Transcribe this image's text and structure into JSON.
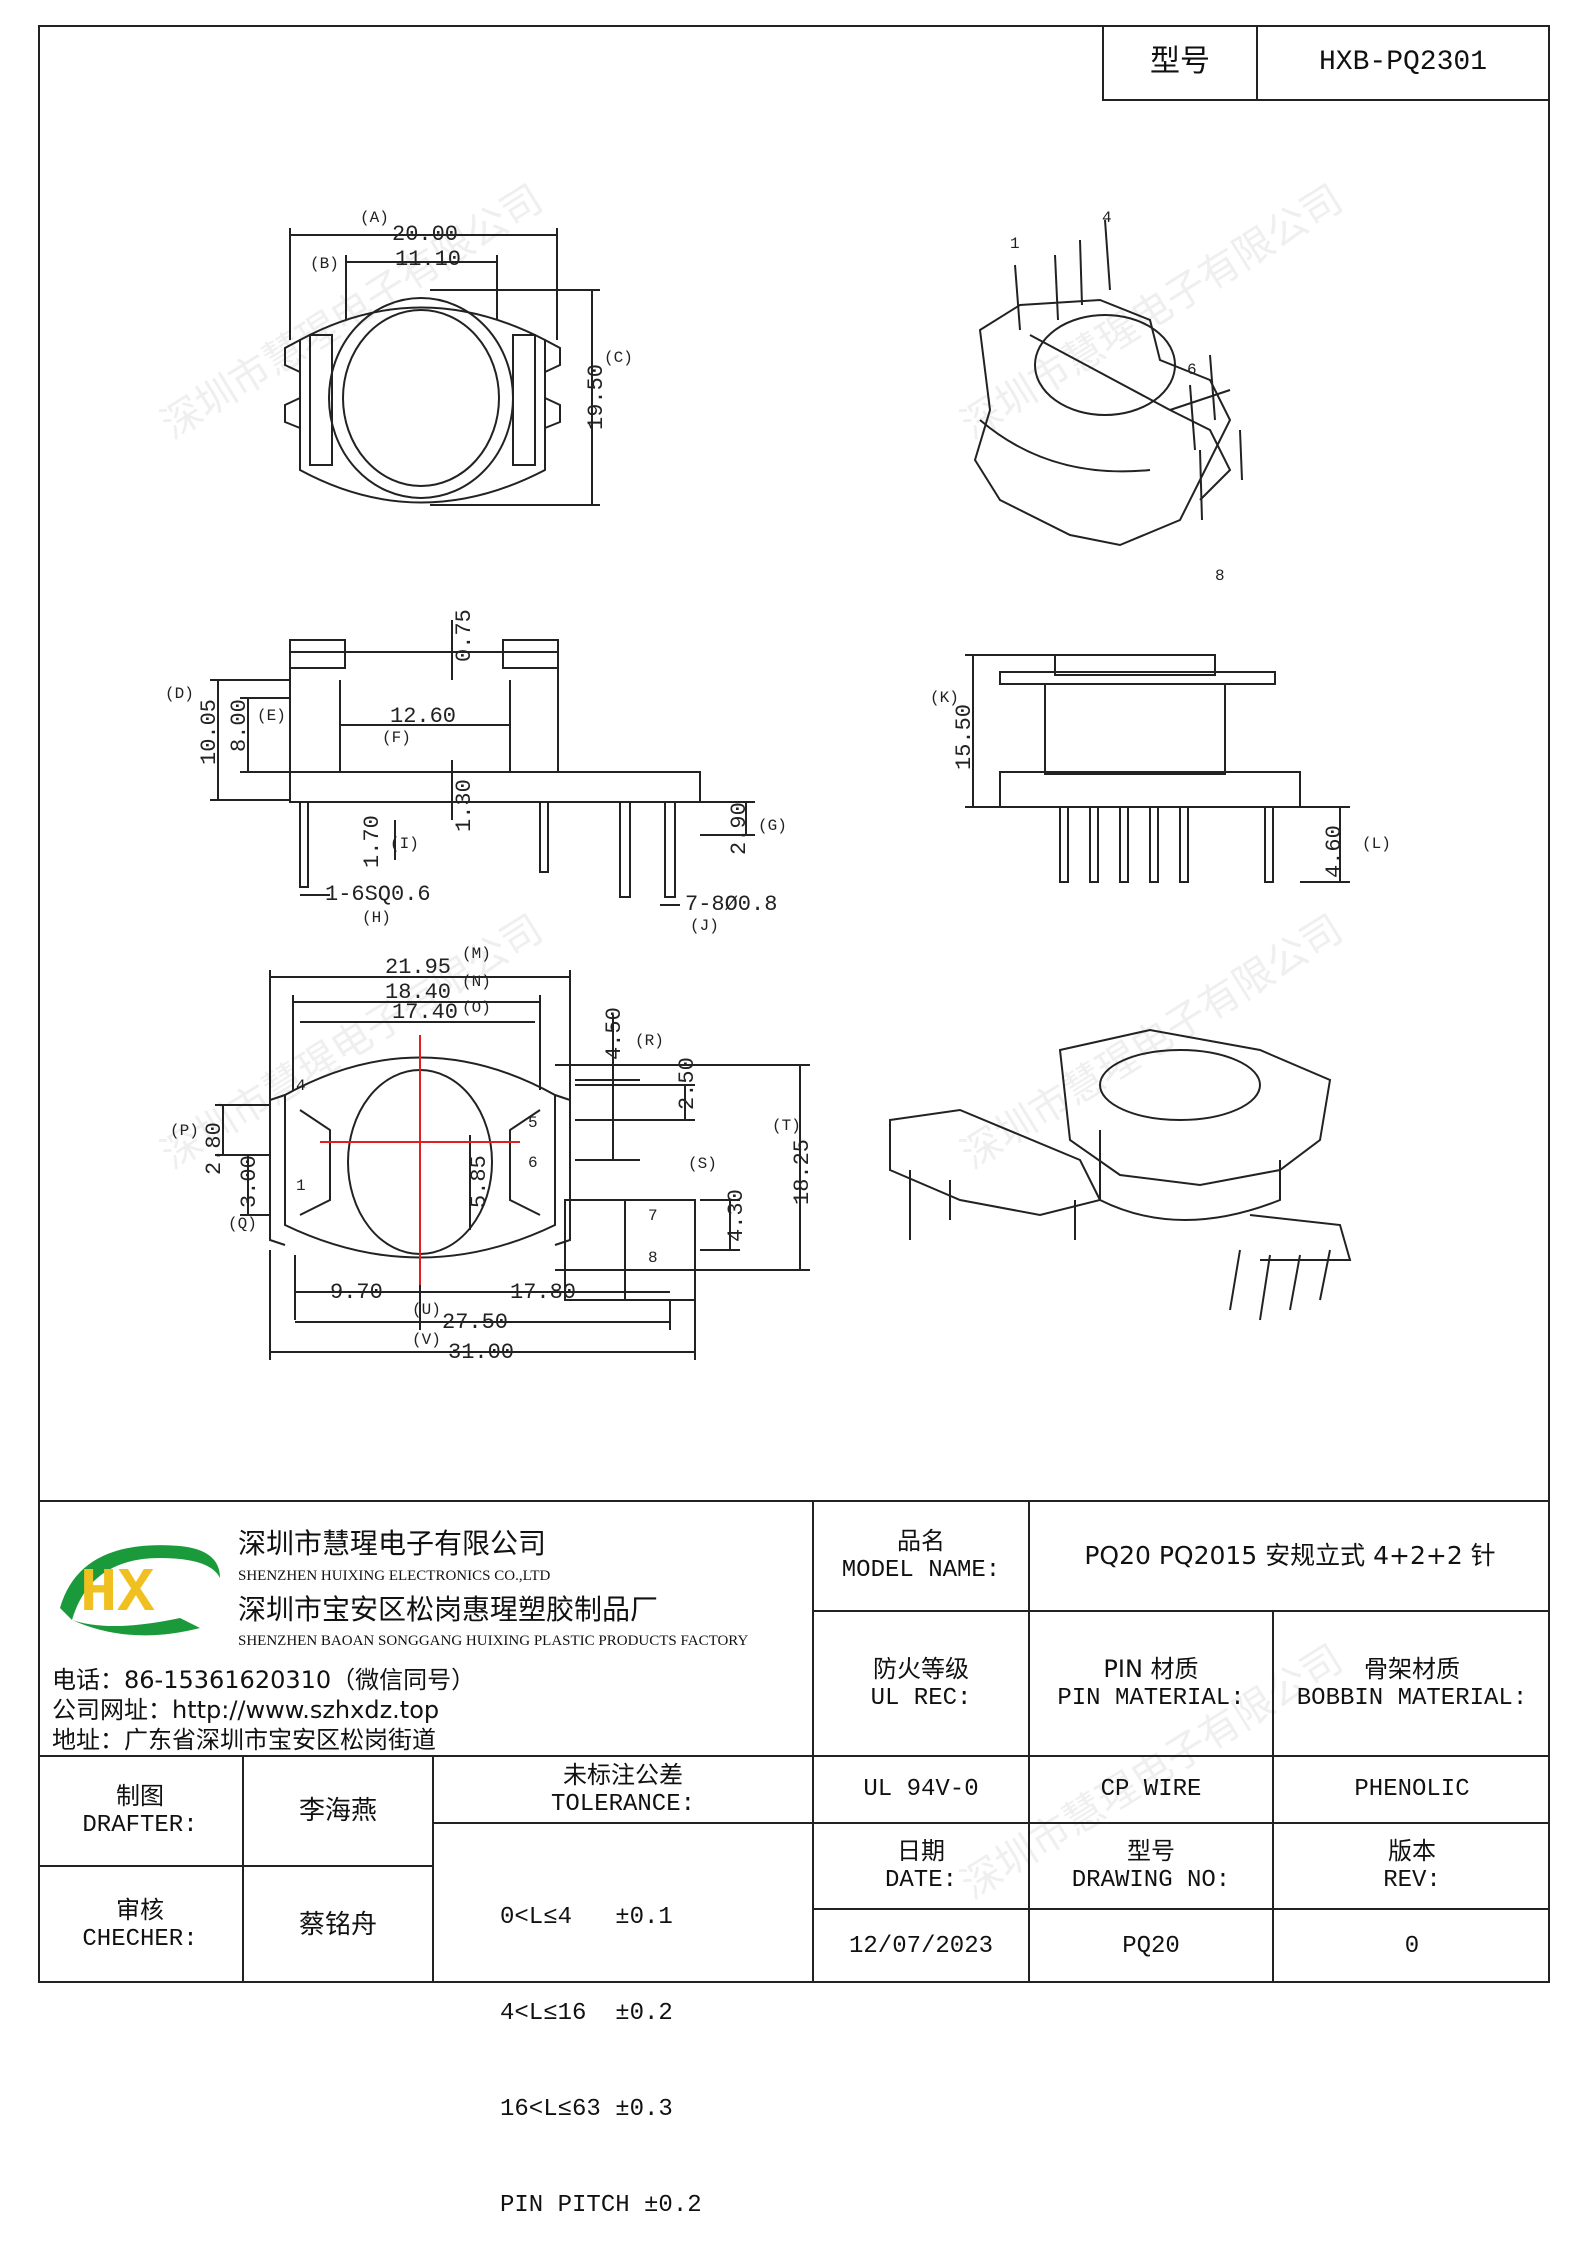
{
  "header": {
    "model_label": "型号",
    "model_value": "HXB-PQ2301"
  },
  "watermark": "深圳市慧瑆电子有限公司",
  "drawing": {
    "pin_labels": [
      "1",
      "4",
      "6",
      "8"
    ],
    "top_view": {
      "dims": [
        {
          "ref": "(A)",
          "value": "20.00"
        },
        {
          "ref": "(B)",
          "value": "11.10"
        },
        {
          "ref": "(C)",
          "value": "19.50"
        }
      ]
    },
    "side_view": {
      "dims": [
        {
          "ref": "(D)",
          "value": "10.05"
        },
        {
          "ref": "(E)",
          "value": "8.00"
        },
        {
          "ref": "(F)",
          "value": "12.60"
        },
        {
          "ref": "",
          "value": "0.75"
        },
        {
          "ref": "",
          "value": "1.30"
        },
        {
          "ref": "(G)",
          "value": "2.90"
        },
        {
          "ref": "(I)",
          "value": "1.70"
        },
        {
          "ref": "(H)",
          "value": "1-6SQ0.6"
        },
        {
          "ref": "(J)",
          "value": "7-8Ø0.8"
        }
      ]
    },
    "front_view": {
      "dims": [
        {
          "ref": "(K)",
          "value": "15.50"
        },
        {
          "ref": "(L)",
          "value": "4.60"
        }
      ]
    },
    "bottom_view": {
      "dims": [
        {
          "ref": "(M)",
          "value": "21.95"
        },
        {
          "ref": "(N)",
          "value": "18.40"
        },
        {
          "ref": "(O)",
          "value": "17.40"
        },
        {
          "ref": "(R)",
          "value": "4.50"
        },
        {
          "ref": "",
          "value": "2.50"
        },
        {
          "ref": "(T)",
          "value": "18.25"
        },
        {
          "ref": "(S)",
          "value": "4.30"
        },
        {
          "ref": "",
          "value": "5.85"
        },
        {
          "ref": "(P)",
          "value": "2.80"
        },
        {
          "ref": "(Q)",
          "value": "3.00"
        },
        {
          "ref": "",
          "value": "9.70"
        },
        {
          "ref": "",
          "value": "17.80"
        },
        {
          "ref": "(U)",
          "value": "27.50"
        },
        {
          "ref": "(V)",
          "value": "31.00"
        }
      ],
      "pin_numbers": [
        "4",
        "1",
        "5",
        "6",
        "7",
        "8"
      ]
    }
  },
  "company": {
    "logo_text": "HX",
    "name_cn": "深圳市慧瑆电子有限公司",
    "name_en": "SHENZHEN HUIXING ELECTRONICS CO.,LTD",
    "factory_cn": "深圳市宝安区松岗惠瑆塑胶制品厂",
    "factory_en": "SHENZHEN BAOAN SONGGANG HUIXING PLASTIC PRODUCTS FACTORY",
    "phone": "电话：86-15361620310（微信同号）",
    "website": "公司网址：http://www.szhxdz.top",
    "address": "地址：广东省深圳市宝安区松岗街道"
  },
  "title_block": {
    "model_name_cn": "品名",
    "model_name_en": "MODEL NAME:",
    "model_name_value": "PQ20 PQ2015 安规立式 4+2+2 针",
    "ul_cn": "防火等级",
    "ul_en": "UL REC:",
    "pin_material_cn": "PIN 材质",
    "pin_material_en": "PIN MATERIAL:",
    "bobbin_material_cn": "骨架材质",
    "bobbin_material_en": "BOBBIN MATERIAL:",
    "ul_value": "UL 94V-0",
    "pin_material_value": "CP WIRE",
    "bobbin_material_value": "PHENOLIC",
    "date_cn": "日期",
    "date_en": "DATE:",
    "drawing_no_cn": "型号",
    "drawing_no_en": "DRAWING NO:",
    "rev_cn": "版本",
    "rev_en": "REV:",
    "date_value": "12/07/2023",
    "drawing_no_value": "PQ20",
    "rev_value": "0",
    "drafter_cn": "制图",
    "drafter_en": "DRAFTER:",
    "drafter_name": "李海燕",
    "checker_cn": "审核",
    "checker_en": "CHECHER:",
    "checker_name": "蔡铭舟",
    "tolerance_cn": "未标注公差",
    "tolerance_en": "TOLERANCE:",
    "tolerance_lines": [
      "0<L≤4   ±0.1",
      "4<L≤16  ±0.2",
      "16<L≤63 ±0.3",
      "PIN PITCH ±0.2"
    ]
  }
}
